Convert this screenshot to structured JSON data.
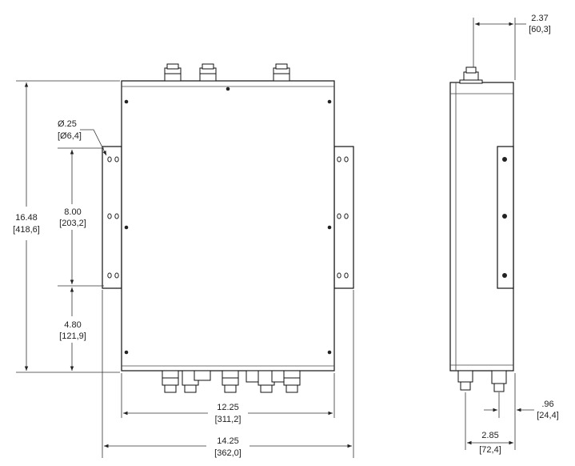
{
  "front_view": {
    "overall_height": {
      "inch": "16.48",
      "mm": "[418,6]"
    },
    "hole_diameter": {
      "inch": "Ø.25",
      "mm": "[Ø6,4]"
    },
    "hole_spacing": {
      "inch": "8.00",
      "mm": "[203,2]"
    },
    "hole_to_bottom": {
      "inch": "4.80",
      "mm": "[121,9]"
    },
    "body_width": {
      "inch": "12.25",
      "mm": "[311,2]"
    },
    "overall_width": {
      "inch": "14.25",
      "mm": "[362,0]"
    }
  },
  "side_view": {
    "overall_depth": {
      "inch": "2.37",
      "mm": "[60,3]"
    },
    "connector_offset": {
      "inch": ".96",
      "mm": "[24,4]"
    },
    "body_depth": {
      "inch": "2.85",
      "mm": "[72,4]"
    }
  }
}
